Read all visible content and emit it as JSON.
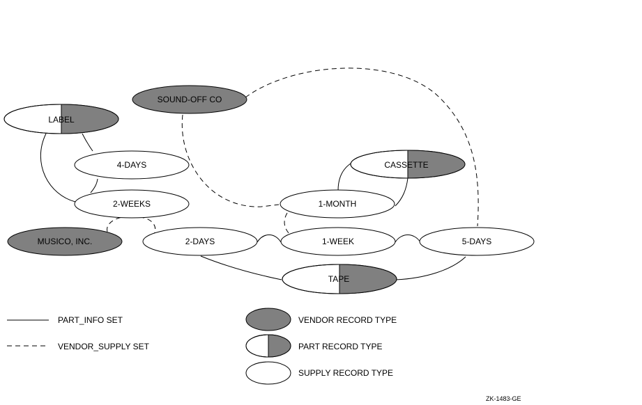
{
  "colors": {
    "vendor_fill": "#808080",
    "supply_fill": "#ffffff",
    "stroke": "#000000"
  },
  "nodes": {
    "sound_off": {
      "label": "SOUND-OFF CO",
      "type": "vendor"
    },
    "label": {
      "label": "LABEL",
      "type": "part"
    },
    "four_days": {
      "label": "4-DAYS",
      "type": "supply"
    },
    "two_weeks": {
      "label": "2-WEEKS",
      "type": "supply"
    },
    "musico": {
      "label": "MUSICO, INC.",
      "type": "vendor"
    },
    "two_days": {
      "label": "2-DAYS",
      "type": "supply"
    },
    "one_week": {
      "label": "1-WEEK",
      "type": "supply"
    },
    "five_days": {
      "label": "5-DAYS",
      "type": "supply"
    },
    "cassette": {
      "label": "CASSETTE",
      "type": "part"
    },
    "one_month": {
      "label": "1-MONTH",
      "type": "supply"
    },
    "tape": {
      "label": "TAPE",
      "type": "part"
    }
  },
  "legend": {
    "part_info_set": "PART_INFO SET",
    "vendor_supply_set": "VENDOR_SUPPLY SET",
    "vendor_record_type": "VENDOR RECORD TYPE",
    "part_record_type": "PART RECORD TYPE",
    "supply_record_type": "SUPPLY RECORD TYPE"
  },
  "doc_id": "ZK-1483-GE"
}
